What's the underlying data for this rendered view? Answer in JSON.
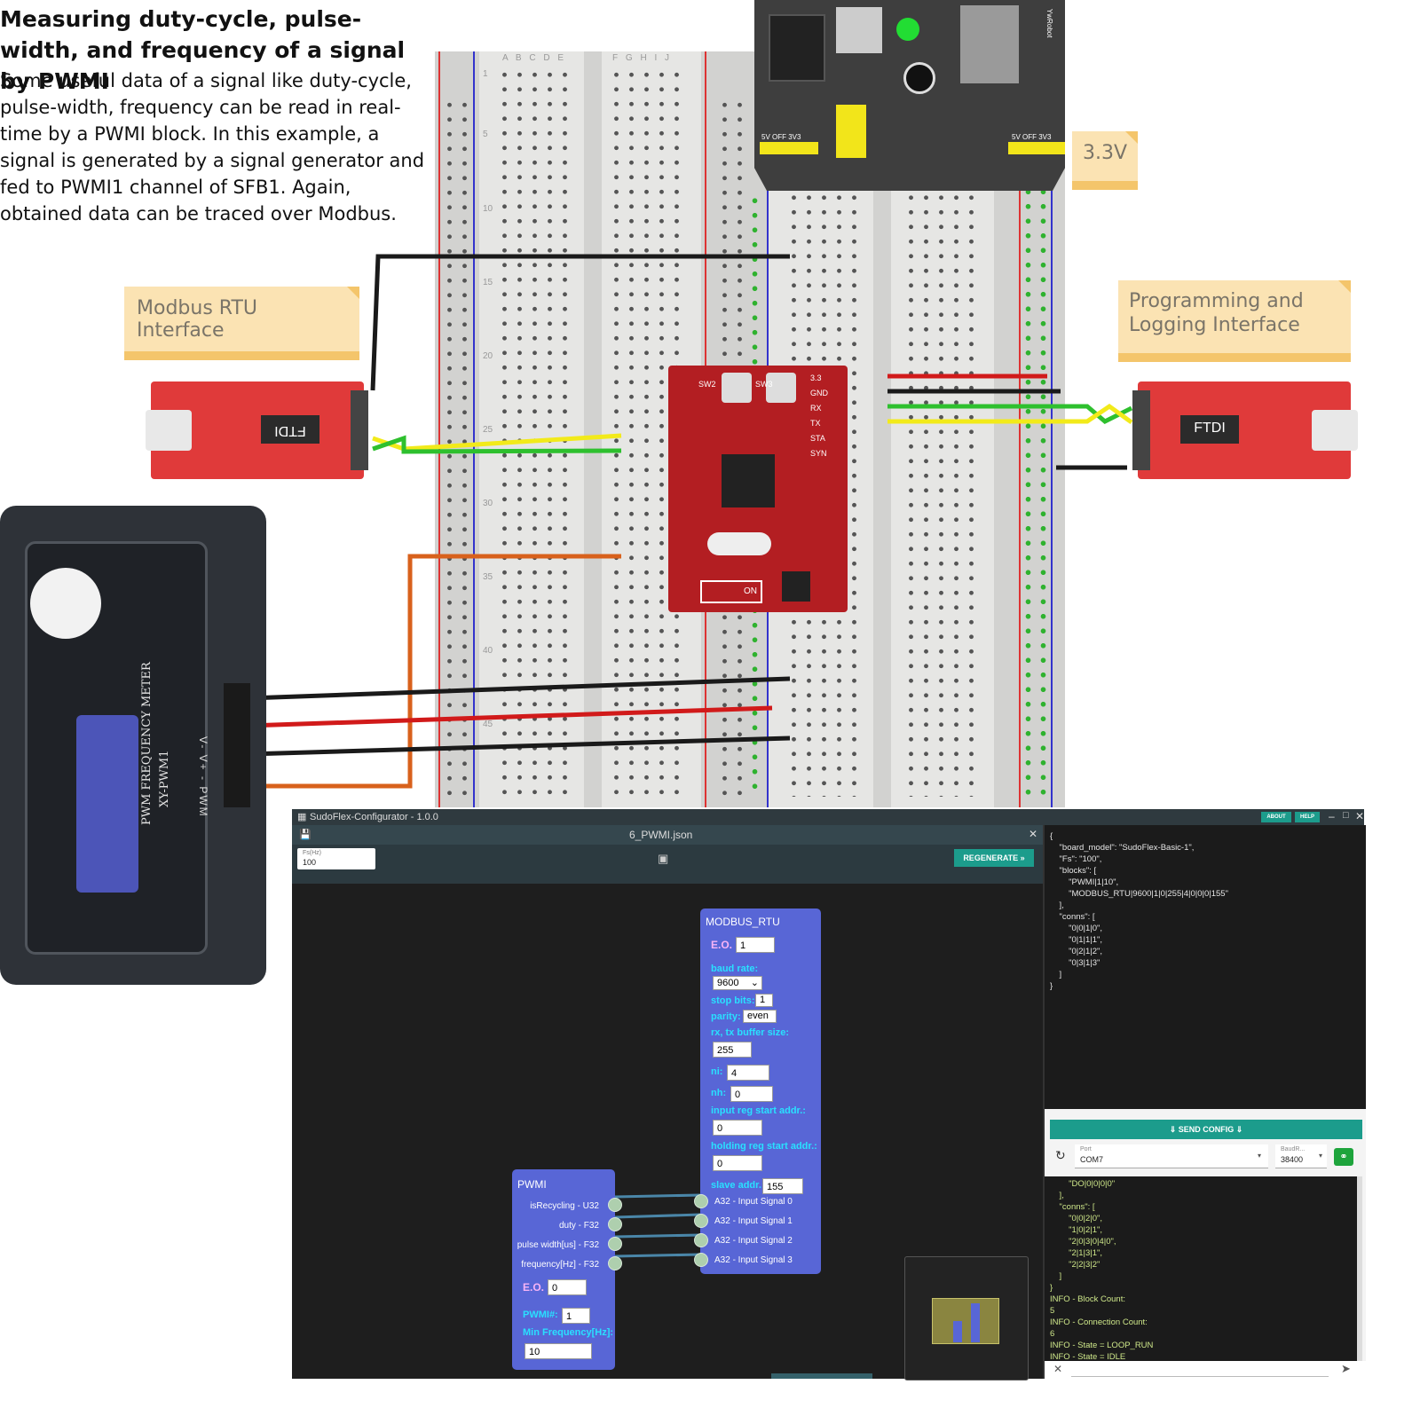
{
  "intro": {
    "title": "Measuring duty-cycle, pulse-width, and frequency of a signal by PWMI",
    "body": "Some useful data of a signal like duty-cycle, pulse-width, frequency can be read in real-time by a PWMI block. In this example, a signal is generated by a signal generator and fed to PWMI1 channel of SFB1. Again, obtained data can be traced over Modbus."
  },
  "notes": {
    "modbus": "Modbus RTU Interface",
    "programming_line1": "Programming and",
    "programming_line2": "Logging Interface",
    "voltage": "3.3V"
  },
  "hardware": {
    "ftdi_left_label": "FTDI",
    "ftdi_right_label": "FTDI",
    "meter_text_1": "PWM FREQUENCY METER",
    "meter_text_2": "XY-PWM1",
    "meter_pins": "V- V+ - PWM",
    "psu_brand": "YwRobot",
    "psu_labels": [
      "5V OFF 3V3",
      "5V OFF 3V3"
    ],
    "mcu_labels": [
      "SW2",
      "SW3",
      "3.3",
      "GND",
      "RX",
      "TX",
      "STA",
      "SYN",
      "ON"
    ],
    "board_row_numbers": [
      "1",
      "5",
      "10",
      "15",
      "20",
      "25",
      "30",
      "35",
      "40",
      "45"
    ],
    "board_col_letters": "A B C D E",
    "board_col_letters_2": "F G H I J"
  },
  "colors": {
    "wire_black": "#1a1a1a",
    "wire_red": "#d11a1a",
    "wire_yellow": "#f2ea1a",
    "wire_green": "#2ec02e",
    "wire_orange": "#d8611c",
    "wire_cyan": "#22e0c8",
    "node_blue": "#5866d6",
    "accent_teal": "#1c9c8c"
  },
  "app": {
    "window_title": "SudoFlex-Configurator - 1.0.0",
    "about_button": "ABOUT",
    "help_button": "HELP",
    "tab_title": "6_PWMI.json",
    "fs_label": "Fs(Hz)",
    "fs_value": "100",
    "regenerate_button": "REGENERATE",
    "modbus_node": {
      "title": "MODBUS_RTU",
      "eo_label": "E.O.",
      "eo_value": "1",
      "baud_label": "baud rate:",
      "baud_value": "9600",
      "stop_label": "stop bits:",
      "stop_value": "1",
      "parity_label": "parity:",
      "parity_value": "even",
      "buffer_label": "rx, tx buffer size:",
      "buffer_value": "255",
      "ni_label": "ni:",
      "ni_value": "4",
      "nh_label": "nh:",
      "nh_value": "0",
      "input_reg_label": "input reg start addr.:",
      "input_reg_value": "0",
      "holding_reg_label": "holding reg start addr.:",
      "holding_reg_value": "0",
      "slave_label": "slave addr.:",
      "slave_value": "155",
      "inputs": [
        "A32 - Input Signal 0",
        "A32 - Input Signal 1",
        "A32 - Input Signal 2",
        "A32 - Input Signal 3"
      ]
    },
    "pwmi_node": {
      "title": "PWMI",
      "outputs": [
        "isRecycling - U32",
        "duty - F32",
        "pulse width[us] - F32",
        "frequency[Hz] - F32"
      ],
      "eo_label": "E.O.",
      "eo_value": "0",
      "pwmi_label": "PWMI#:",
      "pwmi_value": "1",
      "minfreq_label": "Min Frequency[Hz]:",
      "minfreq_value": "10"
    },
    "json_lines": [
      "{",
      "    \"board_model\": \"SudoFlex-Basic-1\",",
      "    \"Fs\": \"100\",",
      "    \"blocks\": [",
      "        \"PWMI|1|10\",",
      "        \"MODBUS_RTU|9600|1|0|255|4|0|0|0|155\"",
      "    ],",
      "    \"conns\": [",
      "        \"0|0|1|0\",",
      "        \"0|1|1|1\",",
      "        \"0|2|1|2\",",
      "        \"0|3|1|3\"",
      "    ]",
      "}"
    ],
    "send_config_button": "SEND CONFIG",
    "port_label": "Port",
    "port_value": "COM7",
    "baud_label": "BaudR...",
    "baud_value": "38400",
    "log_lines": [
      "        \"DO|0|0|0|0\"",
      "    ],",
      "    \"conns\": [",
      "        \"0|0|2|0\",",
      "        \"1|0|2|1\",",
      "        \"2|0|3|0|4|0\",",
      "        \"2|1|3|1\",",
      "        \"2|2|3|2\"",
      "    ]",
      "}",
      "INFO - Block Count:",
      "5",
      "INFO - Connection Count:",
      "6",
      "INFO - State = LOOP_RUN",
      "INFO - State = IDLE"
    ]
  }
}
